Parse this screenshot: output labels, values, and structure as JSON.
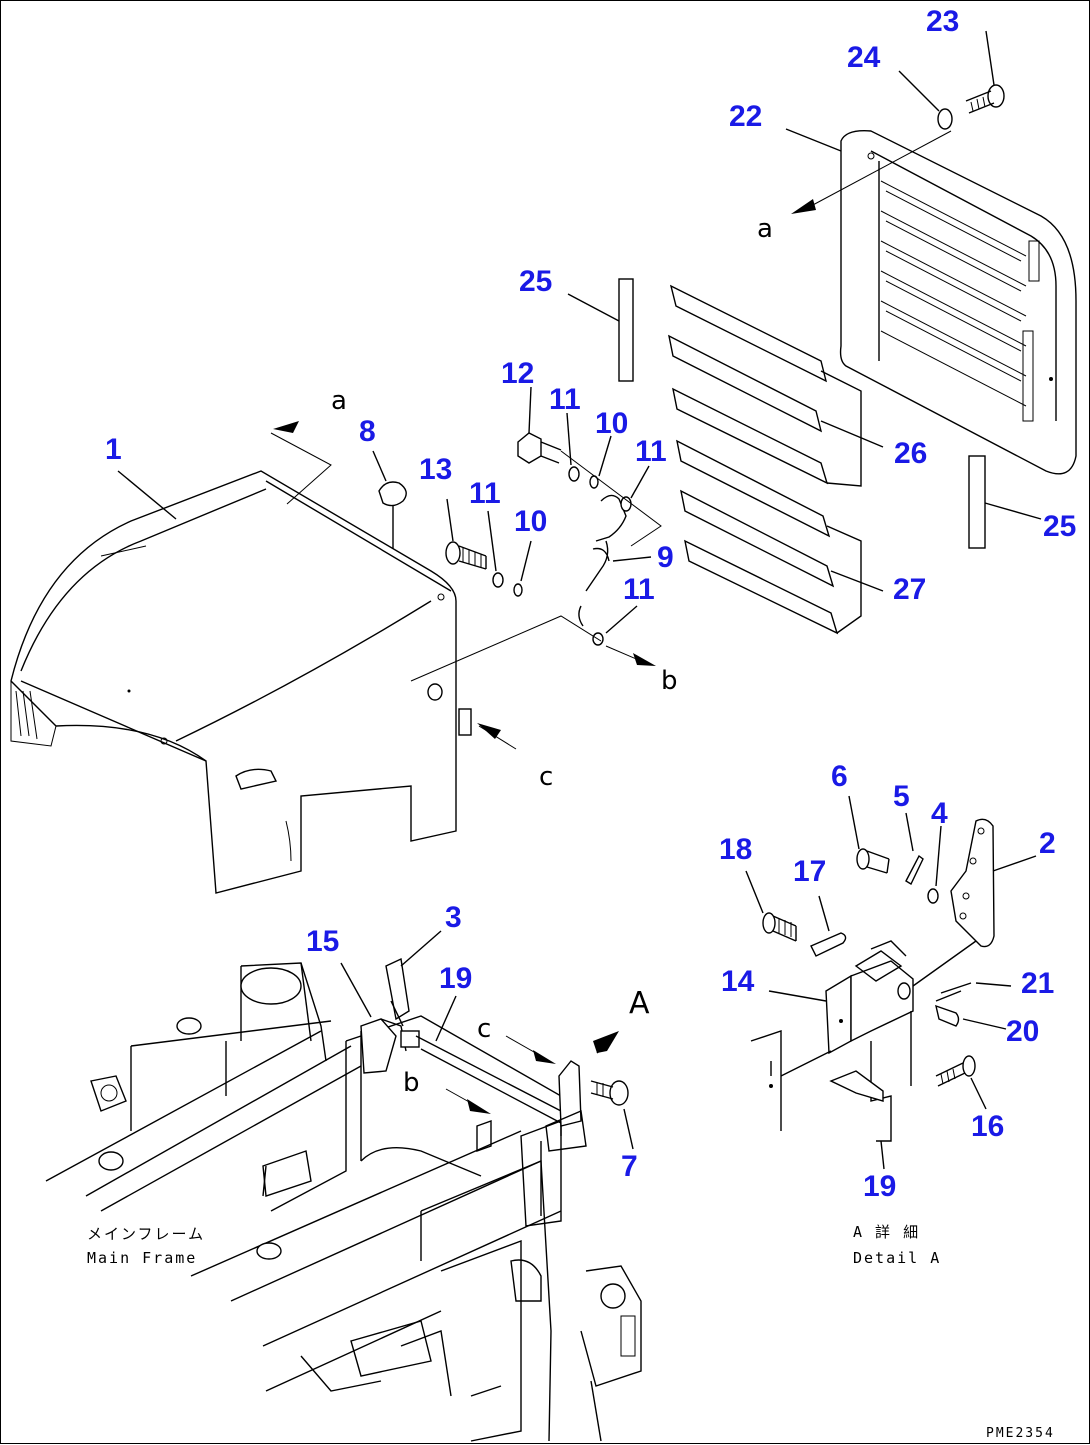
{
  "part_numbers": [
    {
      "id": "p23",
      "text": "23"
    },
    {
      "id": "p24",
      "text": "24"
    },
    {
      "id": "p22",
      "text": "22"
    },
    {
      "id": "p25a",
      "text": "25"
    },
    {
      "id": "p12",
      "text": "12"
    },
    {
      "id": "p11a",
      "text": "11"
    },
    {
      "id": "p10a",
      "text": "10"
    },
    {
      "id": "p11b",
      "text": "11"
    },
    {
      "id": "p26",
      "text": "26"
    },
    {
      "id": "p25b",
      "text": "25"
    },
    {
      "id": "p1",
      "text": "1"
    },
    {
      "id": "p8",
      "text": "8"
    },
    {
      "id": "p13",
      "text": "13"
    },
    {
      "id": "p11c",
      "text": "11"
    },
    {
      "id": "p10b",
      "text": "10"
    },
    {
      "id": "p9",
      "text": "9"
    },
    {
      "id": "p11d",
      "text": "11"
    },
    {
      "id": "p27",
      "text": "27"
    },
    {
      "id": "p6",
      "text": "6"
    },
    {
      "id": "p5",
      "text": "5"
    },
    {
      "id": "p4",
      "text": "4"
    },
    {
      "id": "p2",
      "text": "2"
    },
    {
      "id": "p18",
      "text": "18"
    },
    {
      "id": "p17",
      "text": "17"
    },
    {
      "id": "p14",
      "text": "14"
    },
    {
      "id": "p21",
      "text": "21"
    },
    {
      "id": "p20",
      "text": "20"
    },
    {
      "id": "p16",
      "text": "16"
    },
    {
      "id": "p19b",
      "text": "19"
    },
    {
      "id": "p3",
      "text": "3"
    },
    {
      "id": "p15",
      "text": "15"
    },
    {
      "id": "p19a",
      "text": "19"
    },
    {
      "id": "p7",
      "text": "7"
    }
  ],
  "ref_letters": {
    "a_top": "a",
    "a_left": "a",
    "b_right": "b",
    "c_mid": "c",
    "c_lower": "c",
    "b_lower": "b",
    "A_view": "A"
  },
  "captions": {
    "main_frame_jp": "メインフレーム",
    "main_frame_en": "Main Frame",
    "detail_jp": "A 詳 細",
    "detail_en": "Detail A",
    "drawing_code": "PME2354"
  },
  "colors": {
    "part_number": "#1a1ae6",
    "line": "#000000",
    "background": "#ffffff"
  }
}
